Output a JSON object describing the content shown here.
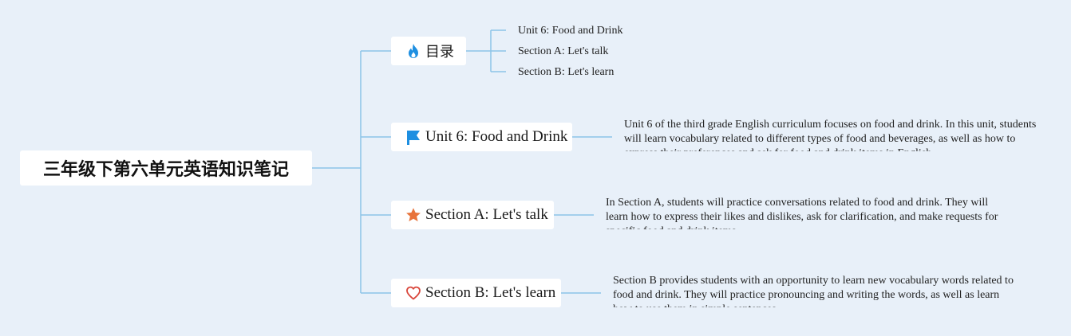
{
  "root": {
    "title": "三年级下第六单元英语知识笔记"
  },
  "branches": {
    "toc": {
      "label": "目录",
      "icon": "flame-icon",
      "icon_color": "#1e8fe1",
      "items": [
        "Unit 6: Food and Drink",
        "Section A: Let's talk",
        "Section B: Let's learn"
      ]
    },
    "unit": {
      "label": "Unit 6: Food and Drink",
      "icon": "flag-icon",
      "icon_color": "#1e8fe1",
      "description": "Unit 6 of the third grade English curriculum focuses on food and drink. In this unit, students will learn vocabulary related to different types of food and beverages, as well as how to express their preferences and ask for food and drink items in English."
    },
    "section_a": {
      "label": "Section A: Let's talk",
      "icon": "star-icon",
      "icon_color": "#e8733a",
      "description": "In Section A, students will practice conversations related to food and drink. They will learn how to express their likes and dislikes, ask for clarification, and make requests for specific food and drink items."
    },
    "section_b": {
      "label": "Section B: Let's learn",
      "icon": "heart-icon",
      "icon_color": "#d9453a",
      "description": "Section B provides students with an opportunity to learn new vocabulary words related to food and drink. They will practice pronouncing and writing the words, as well as learn how to use them in simple sentences."
    }
  },
  "colors": {
    "background": "#e8f0f9",
    "connector": "#8cc4e8",
    "node_fill": "#ffffff"
  }
}
